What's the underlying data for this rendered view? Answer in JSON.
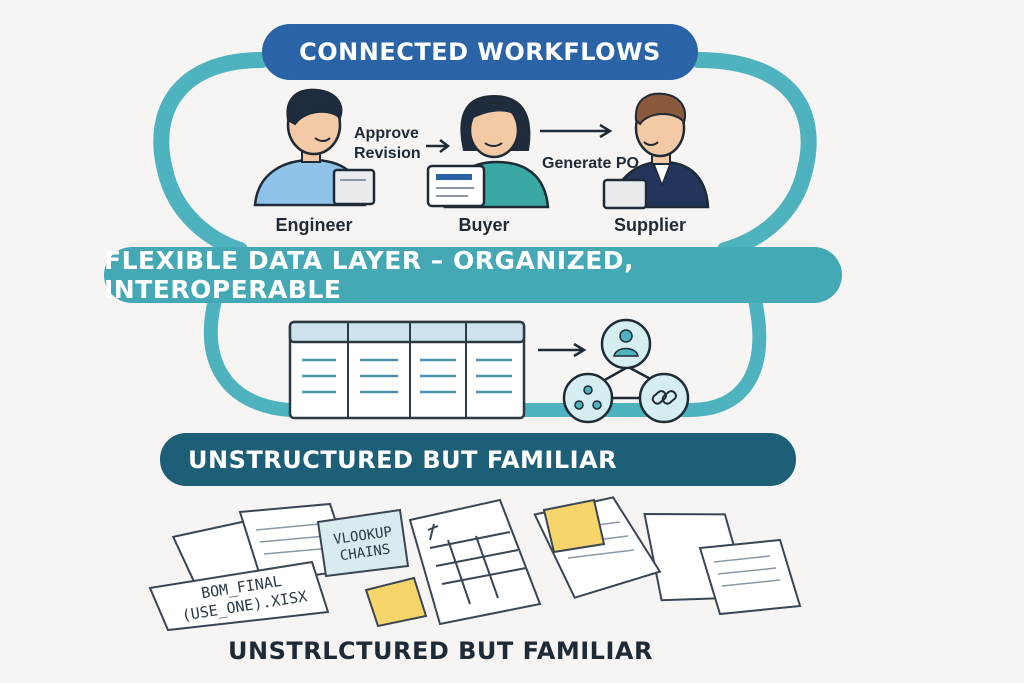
{
  "top_banner": {
    "label": "CONNECTED WORKFLOWS"
  },
  "roles": [
    {
      "label": "Engineer"
    },
    {
      "label": "Buyer"
    },
    {
      "label": "Supplier"
    }
  ],
  "actions": {
    "approve_line1": "Approve",
    "approve_line2": "Revision",
    "generate": "Generate PO"
  },
  "middle_banner": {
    "label": "FLEXIBLE DATA LAYER – ORGANIZED, INTEROPERABLE"
  },
  "lower_banner": {
    "label": "UNSTRUCTURED BUT FAMILIAR"
  },
  "documents": {
    "vlookup_line1": "VLOOKUP",
    "vlookup_line2": "CHAINS",
    "bom_line1": "BOM_FINAL",
    "bom_line2": "(USE_ONE).XISX"
  },
  "bottom_caption": "UNSTRLCTURED BUT FAMILIAR",
  "colors": {
    "top_banner": "#2b64a6",
    "mid_banner": "#44a8b5",
    "low_banner": "#1e5f78",
    "loop": "#4fb3bf",
    "sticky_note": "#f6d56a"
  }
}
